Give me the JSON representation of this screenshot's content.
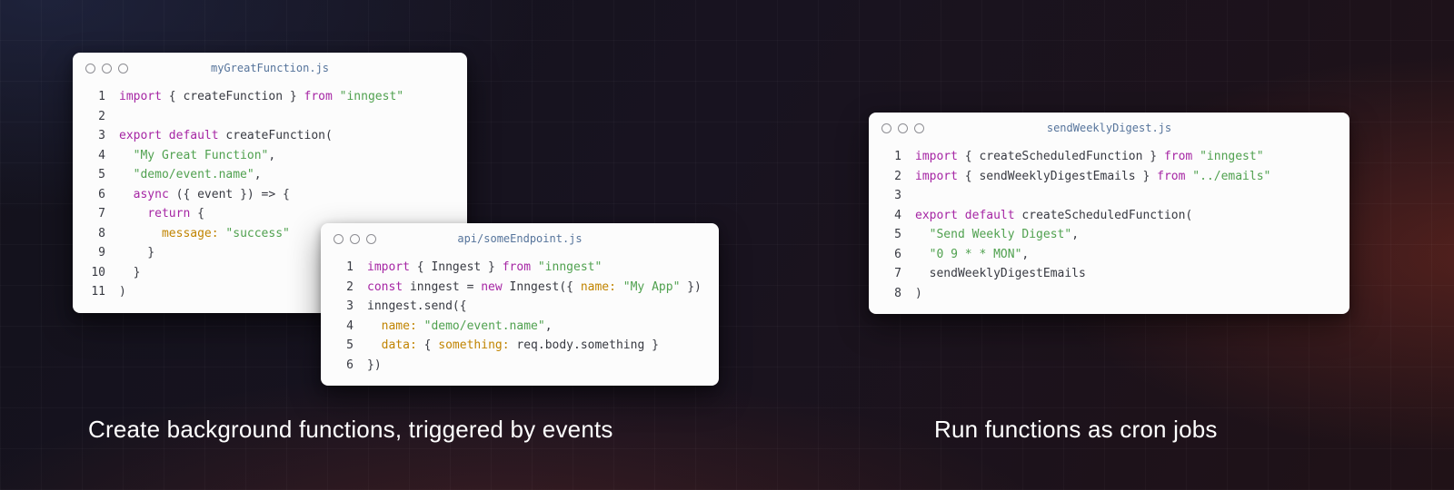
{
  "captions": {
    "left": "Create background functions, triggered by events",
    "right": "Run functions as cron jobs"
  },
  "colors": {
    "keyword": "#a626a4",
    "string": "#50a14f",
    "property": "#c18401",
    "plain": "#383a42",
    "window_bg": "#fcfcfc",
    "window_title": "#56749b",
    "dot_border": "#8e8e93",
    "caption": "#ffffff"
  },
  "windows": [
    {
      "title": "myGreatFunction.js",
      "lines": [
        {
          "n": 1,
          "t": [
            [
              "kw",
              "import"
            ],
            [
              "pl",
              " { createFunction } "
            ],
            [
              "kw",
              "from"
            ],
            [
              "pl",
              " "
            ],
            [
              "str",
              "\"inngest\""
            ]
          ]
        },
        {
          "n": 2,
          "t": []
        },
        {
          "n": 3,
          "t": [
            [
              "kw",
              "export"
            ],
            [
              "pl",
              " "
            ],
            [
              "kw",
              "default"
            ],
            [
              "pl",
              " createFunction("
            ]
          ]
        },
        {
          "n": 4,
          "t": [
            [
              "pl",
              "  "
            ],
            [
              "str",
              "\"My Great Function\""
            ],
            [
              "pl",
              ","
            ]
          ]
        },
        {
          "n": 5,
          "t": [
            [
              "pl",
              "  "
            ],
            [
              "str",
              "\"demo/event.name\""
            ],
            [
              "pl",
              ","
            ]
          ]
        },
        {
          "n": 6,
          "t": [
            [
              "pl",
              "  "
            ],
            [
              "kw",
              "async"
            ],
            [
              "pl",
              " ({ event }) => {"
            ]
          ]
        },
        {
          "n": 7,
          "t": [
            [
              "pl",
              "    "
            ],
            [
              "kw",
              "return"
            ],
            [
              "pl",
              " {"
            ]
          ]
        },
        {
          "n": 8,
          "t": [
            [
              "pl",
              "      "
            ],
            [
              "prop",
              "message:"
            ],
            [
              "pl",
              " "
            ],
            [
              "str",
              "\"success\""
            ]
          ]
        },
        {
          "n": 9,
          "t": [
            [
              "pl",
              "    }"
            ]
          ]
        },
        {
          "n": 10,
          "t": [
            [
              "pl",
              "  }"
            ]
          ]
        },
        {
          "n": 11,
          "t": [
            [
              "pl",
              ")"
            ]
          ]
        }
      ]
    },
    {
      "title": "api/someEndpoint.js",
      "lines": [
        {
          "n": 1,
          "t": [
            [
              "kw",
              "import"
            ],
            [
              "pl",
              " { Inngest } "
            ],
            [
              "kw",
              "from"
            ],
            [
              "pl",
              " "
            ],
            [
              "str",
              "\"inngest\""
            ]
          ]
        },
        {
          "n": 2,
          "t": [
            [
              "kw",
              "const"
            ],
            [
              "pl",
              " inngest = "
            ],
            [
              "kw",
              "new"
            ],
            [
              "pl",
              " Inngest({ "
            ],
            [
              "prop",
              "name:"
            ],
            [
              "pl",
              " "
            ],
            [
              "str",
              "\"My App\""
            ],
            [
              "pl",
              " })"
            ]
          ]
        },
        {
          "n": 3,
          "t": [
            [
              "pl",
              "inngest.send({"
            ]
          ]
        },
        {
          "n": 4,
          "t": [
            [
              "pl",
              "  "
            ],
            [
              "prop",
              "name:"
            ],
            [
              "pl",
              " "
            ],
            [
              "str",
              "\"demo/event.name\""
            ],
            [
              "pl",
              ","
            ]
          ]
        },
        {
          "n": 5,
          "t": [
            [
              "pl",
              "  "
            ],
            [
              "prop",
              "data:"
            ],
            [
              "pl",
              " { "
            ],
            [
              "prop",
              "something:"
            ],
            [
              "pl",
              " req.body.something }"
            ]
          ]
        },
        {
          "n": 6,
          "t": [
            [
              "pl",
              "})"
            ]
          ]
        }
      ]
    },
    {
      "title": "sendWeeklyDigest.js",
      "lines": [
        {
          "n": 1,
          "t": [
            [
              "kw",
              "import"
            ],
            [
              "pl",
              " { createScheduledFunction } "
            ],
            [
              "kw",
              "from"
            ],
            [
              "pl",
              " "
            ],
            [
              "str",
              "\"inngest\""
            ]
          ]
        },
        {
          "n": 2,
          "t": [
            [
              "kw",
              "import"
            ],
            [
              "pl",
              " { sendWeeklyDigestEmails } "
            ],
            [
              "kw",
              "from"
            ],
            [
              "pl",
              " "
            ],
            [
              "str",
              "\"../emails\""
            ]
          ]
        },
        {
          "n": 3,
          "t": []
        },
        {
          "n": 4,
          "t": [
            [
              "kw",
              "export"
            ],
            [
              "pl",
              " "
            ],
            [
              "kw",
              "default"
            ],
            [
              "pl",
              " createScheduledFunction("
            ]
          ]
        },
        {
          "n": 5,
          "t": [
            [
              "pl",
              "  "
            ],
            [
              "str",
              "\"Send Weekly Digest\""
            ],
            [
              "pl",
              ","
            ]
          ]
        },
        {
          "n": 6,
          "t": [
            [
              "pl",
              "  "
            ],
            [
              "str",
              "\"0 9 * * MON\""
            ],
            [
              "pl",
              ","
            ]
          ]
        },
        {
          "n": 7,
          "t": [
            [
              "pl",
              "  sendWeeklyDigestEmails"
            ]
          ]
        },
        {
          "n": 8,
          "t": [
            [
              "pl",
              ")"
            ]
          ]
        }
      ]
    }
  ]
}
